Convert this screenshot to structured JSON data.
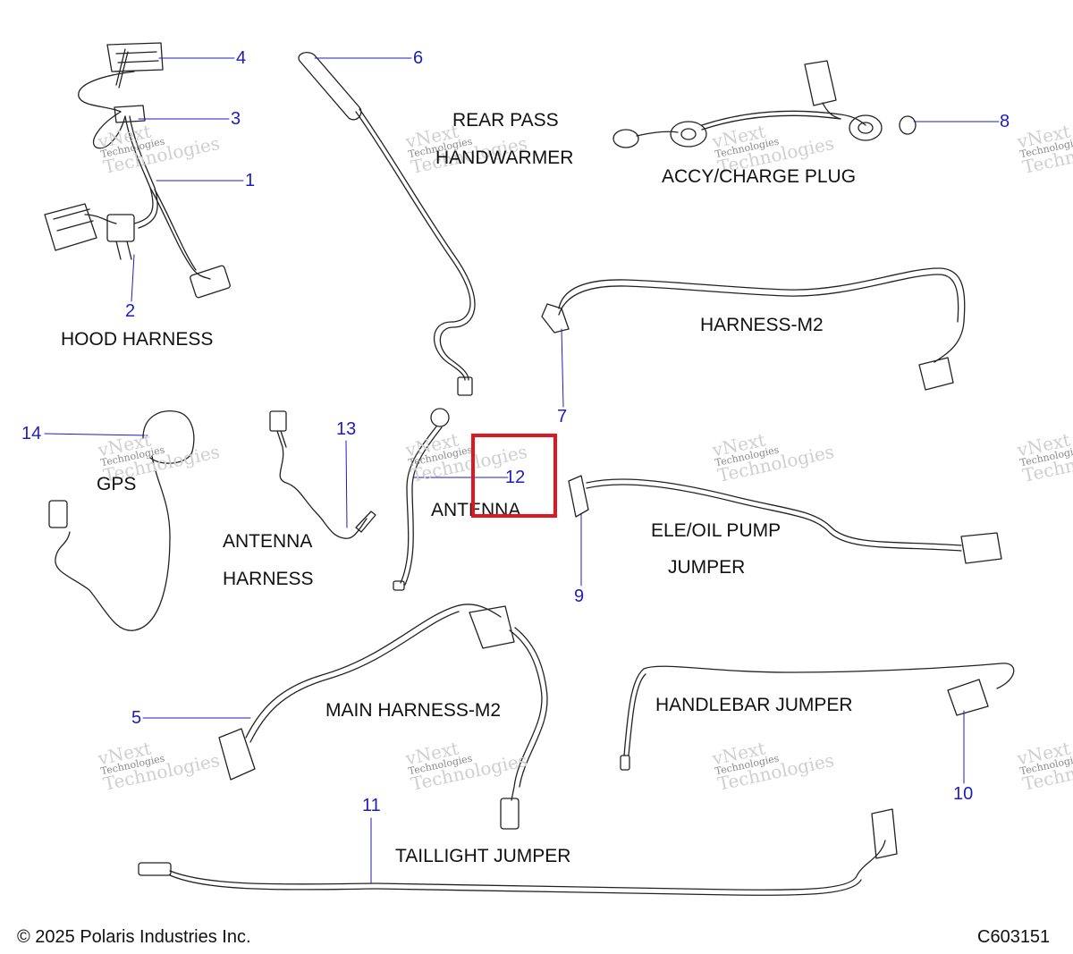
{
  "diagram": {
    "labels": {
      "hood_harness": "HOOD HARNESS",
      "rear_pass_line1": "REAR PASS",
      "rear_pass_line2": "HANDWARMER",
      "accy_charge_plug": "ACCY/CHARGE PLUG",
      "harness_m2": "HARNESS-M2",
      "gps": "GPS",
      "antenna_harness_line1": "ANTENNA",
      "antenna_harness_line2": "HARNESS",
      "antenna": "ANTENNA",
      "ele_oil_line1": "ELE/OIL PUMP",
      "ele_oil_line2": "JUMPER",
      "main_harness_m2": "MAIN HARNESS-M2",
      "handlebar_jumper": "HANDLEBAR JUMPER",
      "taillight_jumper": "TAILLIGHT JUMPER"
    },
    "callouts": {
      "c1": "1",
      "c2": "2",
      "c3": "3",
      "c4": "4",
      "c5": "5",
      "c6": "6",
      "c7": "7",
      "c8": "8",
      "c9": "9",
      "c10": "10",
      "c11": "11",
      "c12": "12",
      "c13": "13",
      "c14": "14"
    },
    "highlighted_callout": "12",
    "highlight_color": "#e0171f",
    "callout_color": "#1d1dbf"
  },
  "watermark": {
    "line1": "vNext",
    "line2": "Technologies",
    "line3": "Technologies"
  },
  "footer": {
    "copyright": "© 2025 Polaris Industries Inc.",
    "code": "C603151"
  }
}
